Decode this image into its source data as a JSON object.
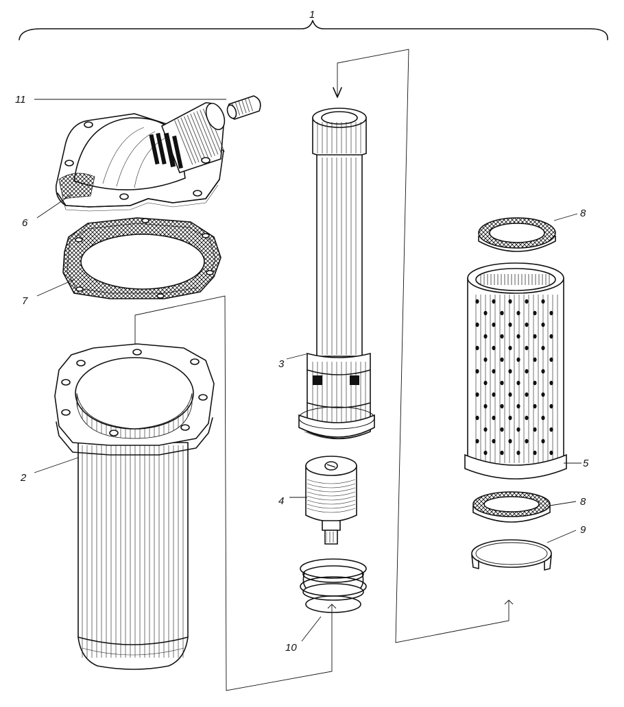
{
  "labels": {
    "assembly": "1",
    "housing": "2",
    "center_tube": "3",
    "valve": "4",
    "filter_element": "5",
    "cover": "6",
    "gasket": "7",
    "seal_top": "8",
    "seal_bottom": "8",
    "retainer_ring": "9",
    "spring": "10",
    "plug": "11"
  }
}
